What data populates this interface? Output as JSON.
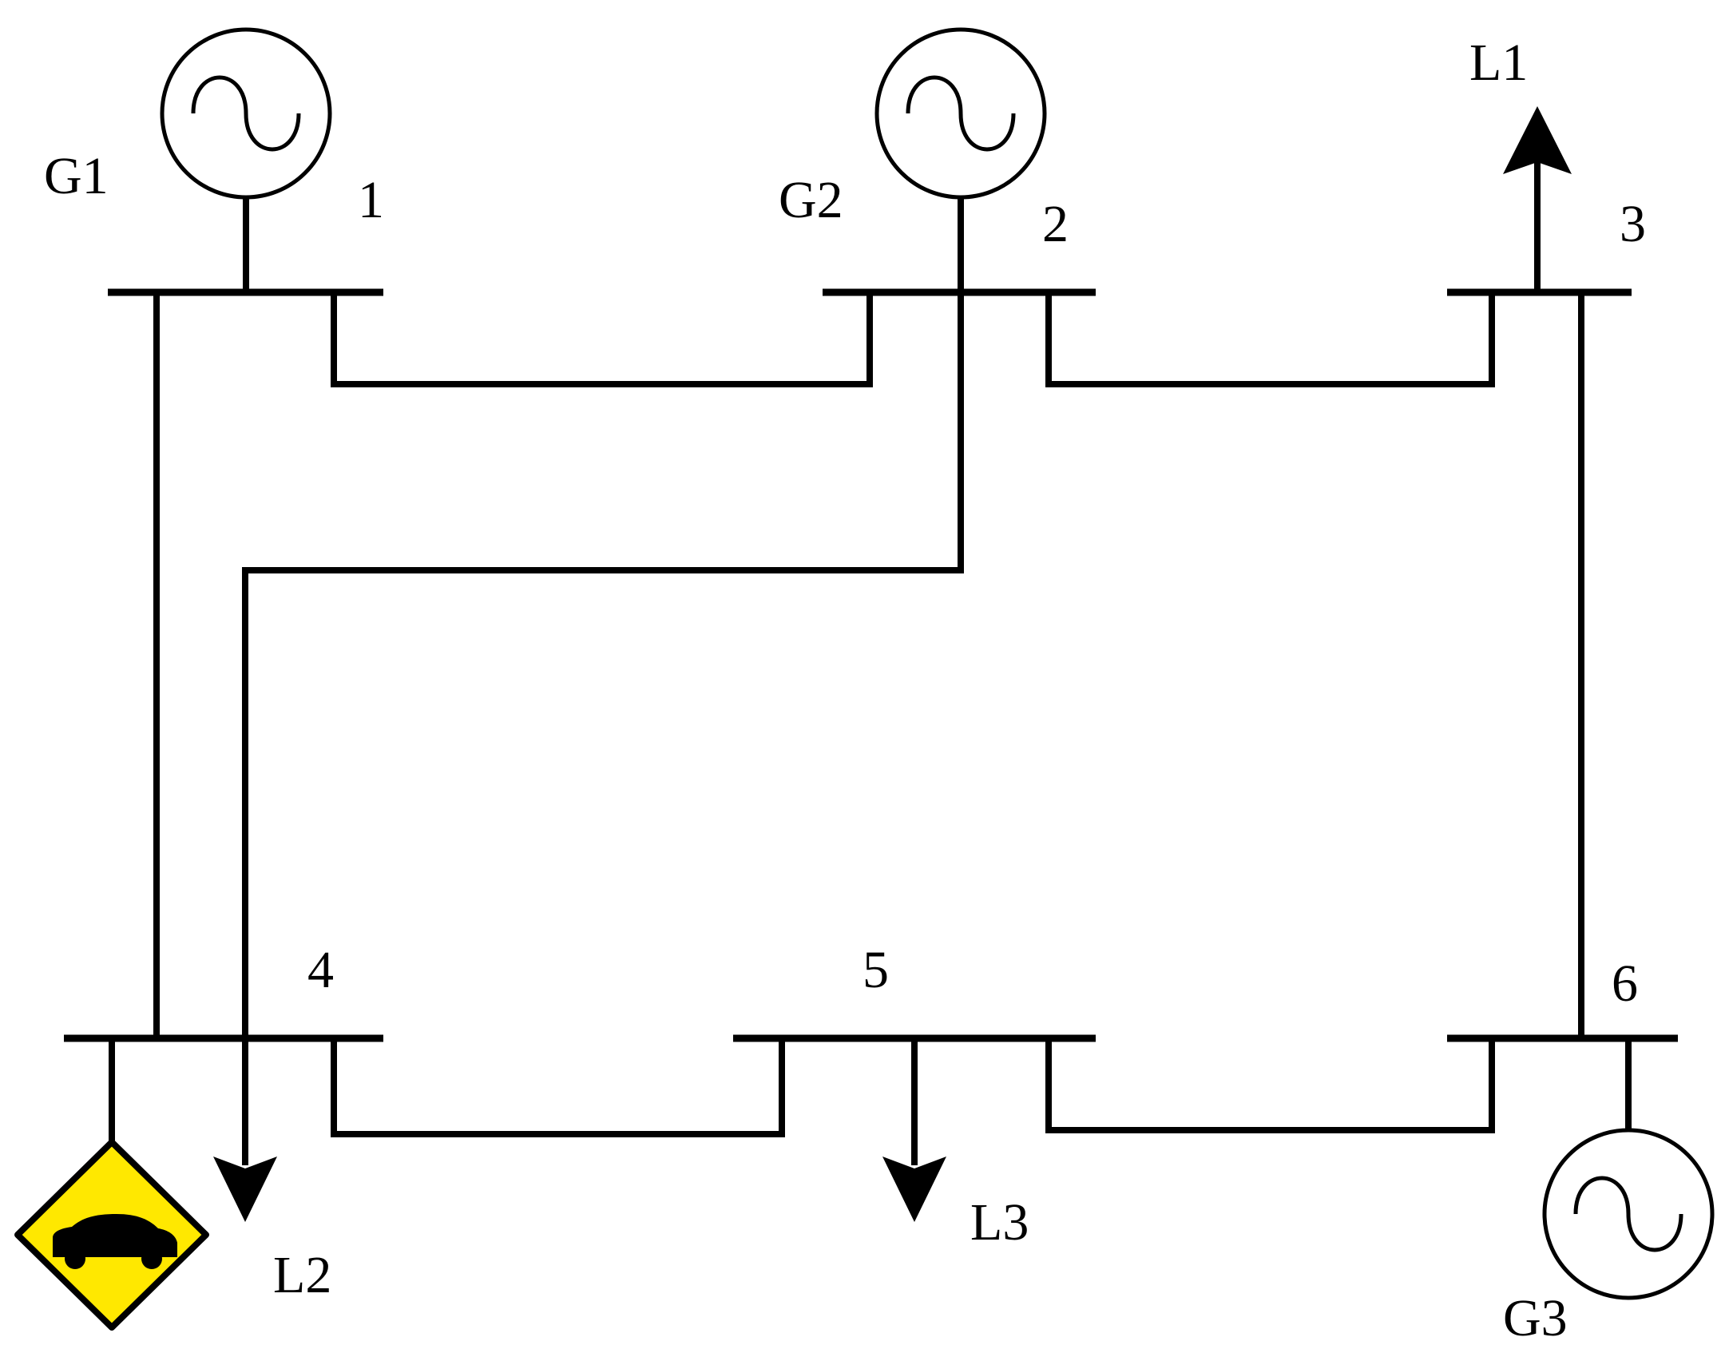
{
  "buses": [
    {
      "id": "bus-1",
      "label": "1"
    },
    {
      "id": "bus-2",
      "label": "2"
    },
    {
      "id": "bus-3",
      "label": "3"
    },
    {
      "id": "bus-4",
      "label": "4"
    },
    {
      "id": "bus-5",
      "label": "5"
    },
    {
      "id": "bus-6",
      "label": "6"
    }
  ],
  "generators": [
    {
      "id": "g1",
      "label": "G1",
      "bus": "1"
    },
    {
      "id": "g2",
      "label": "G2",
      "bus": "2"
    },
    {
      "id": "g3",
      "label": "G3",
      "bus": "6"
    }
  ],
  "loads": [
    {
      "id": "l1",
      "label": "L1",
      "bus": "3"
    },
    {
      "id": "l2",
      "label": "L2",
      "bus": "4"
    },
    {
      "id": "l3",
      "label": "L3",
      "bus": "5"
    }
  ],
  "lines": [
    {
      "from": "1",
      "to": "2"
    },
    {
      "from": "2",
      "to": "3"
    },
    {
      "from": "1",
      "to": "4"
    },
    {
      "from": "2",
      "to": "4"
    },
    {
      "from": "3",
      "to": "6"
    },
    {
      "from": "4",
      "to": "5"
    },
    {
      "from": "5",
      "to": "6"
    }
  ],
  "ev_station": {
    "bus": "4",
    "icon": "ev-car-sign-icon",
    "color": "#ffe800"
  }
}
